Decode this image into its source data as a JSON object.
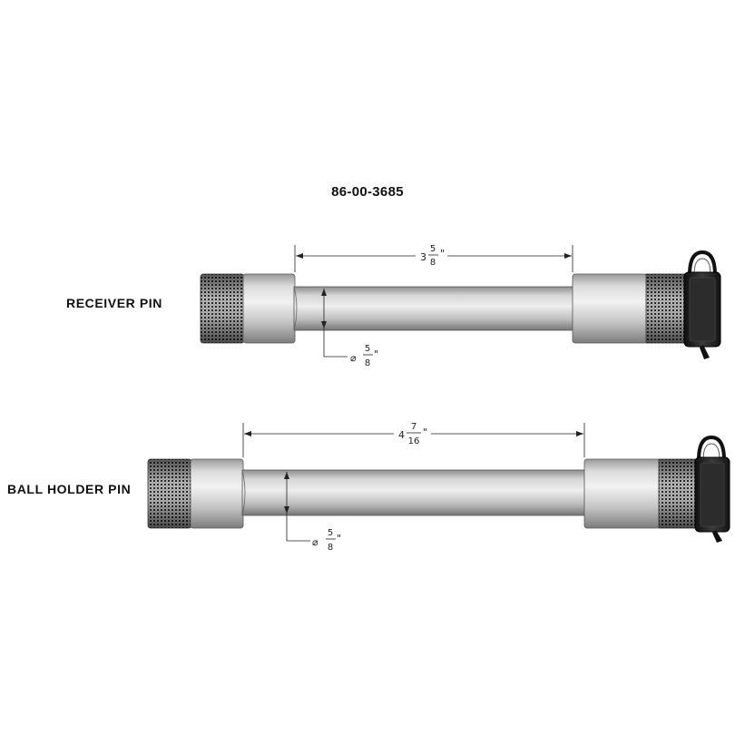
{
  "drawing": {
    "part_number": "86-00-3685"
  },
  "pins": [
    {
      "label": "RECEIVER PIN",
      "length_dimension": {
        "whole": "3",
        "numerator": "5",
        "denominator": "8",
        "unit": "\""
      },
      "diameter_dimension": {
        "symbol": "⌀",
        "numerator": "5",
        "denominator": "8",
        "unit": "\""
      }
    },
    {
      "label": "BALL HOLDER PIN",
      "length_dimension": {
        "whole": "4",
        "numerator": "7",
        "denominator": "16",
        "unit": "\""
      },
      "diameter_dimension": {
        "symbol": "⌀",
        "numerator": "5",
        "denominator": "8",
        "unit": "\""
      }
    }
  ],
  "colors": {
    "steel_light": "#e4e4e4",
    "steel_mid": "#b8b8b8",
    "steel_dark": "#8a8a8a",
    "knurl_dark": "#2a2a2a",
    "cap_black": "#1e1e1e",
    "line": "#222222"
  }
}
